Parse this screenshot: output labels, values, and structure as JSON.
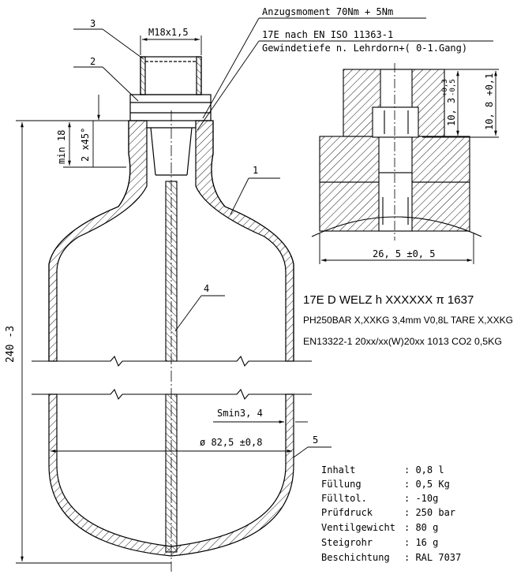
{
  "callouts": {
    "thread": "M18x1,5",
    "torque": "Anzugsmoment 70Nm + 5Nm",
    "norm_line1": "17E nach EN ISO 11363-1",
    "norm_line2": "Gewindetiefe n. Lehrdorn+( 0-1.Gang)"
  },
  "part_numbers": [
    "1",
    "2",
    "3",
    "4",
    "5"
  ],
  "dimensions": {
    "total_height": "240 -3",
    "min_18": "min 18",
    "chamfer": "2 x45°",
    "diameter": "ø 82,5 ±0,8",
    "wall": "Smin3, 4",
    "detail_width": "26, 5 ±0, 5",
    "detail_h1": "10, 3",
    "detail_h1_tol_plus": "+0,3",
    "detail_h1_tol_minus": "-0,5",
    "detail_h2": "10, 8 +0,1"
  },
  "marking": {
    "line1": "17E D WELZ  h XXXXXX π 1637",
    "line2": "PH250BAR  X,XXKG  3,4mm V0,8L TARE X,XXKG",
    "line3": "EN13322-1 20xx/xx(W)20xx 1013 CO2 0,5KG"
  },
  "specs": [
    {
      "label": "Inhalt",
      "value": ": 0,8 l"
    },
    {
      "label": "Füllung",
      "value": ": 0,5 Kg"
    },
    {
      "label": "Fülltol.",
      "value": ": -10g"
    },
    {
      "label": "Prüfdruck",
      "value": ": 250 bar"
    },
    {
      "label": "Ventilgewicht",
      "value": ": 80 g"
    },
    {
      "label": "Steigrohr",
      "value": ": 16 g"
    },
    {
      "label": "Beschichtung",
      "value": ": RAL 7037"
    }
  ]
}
